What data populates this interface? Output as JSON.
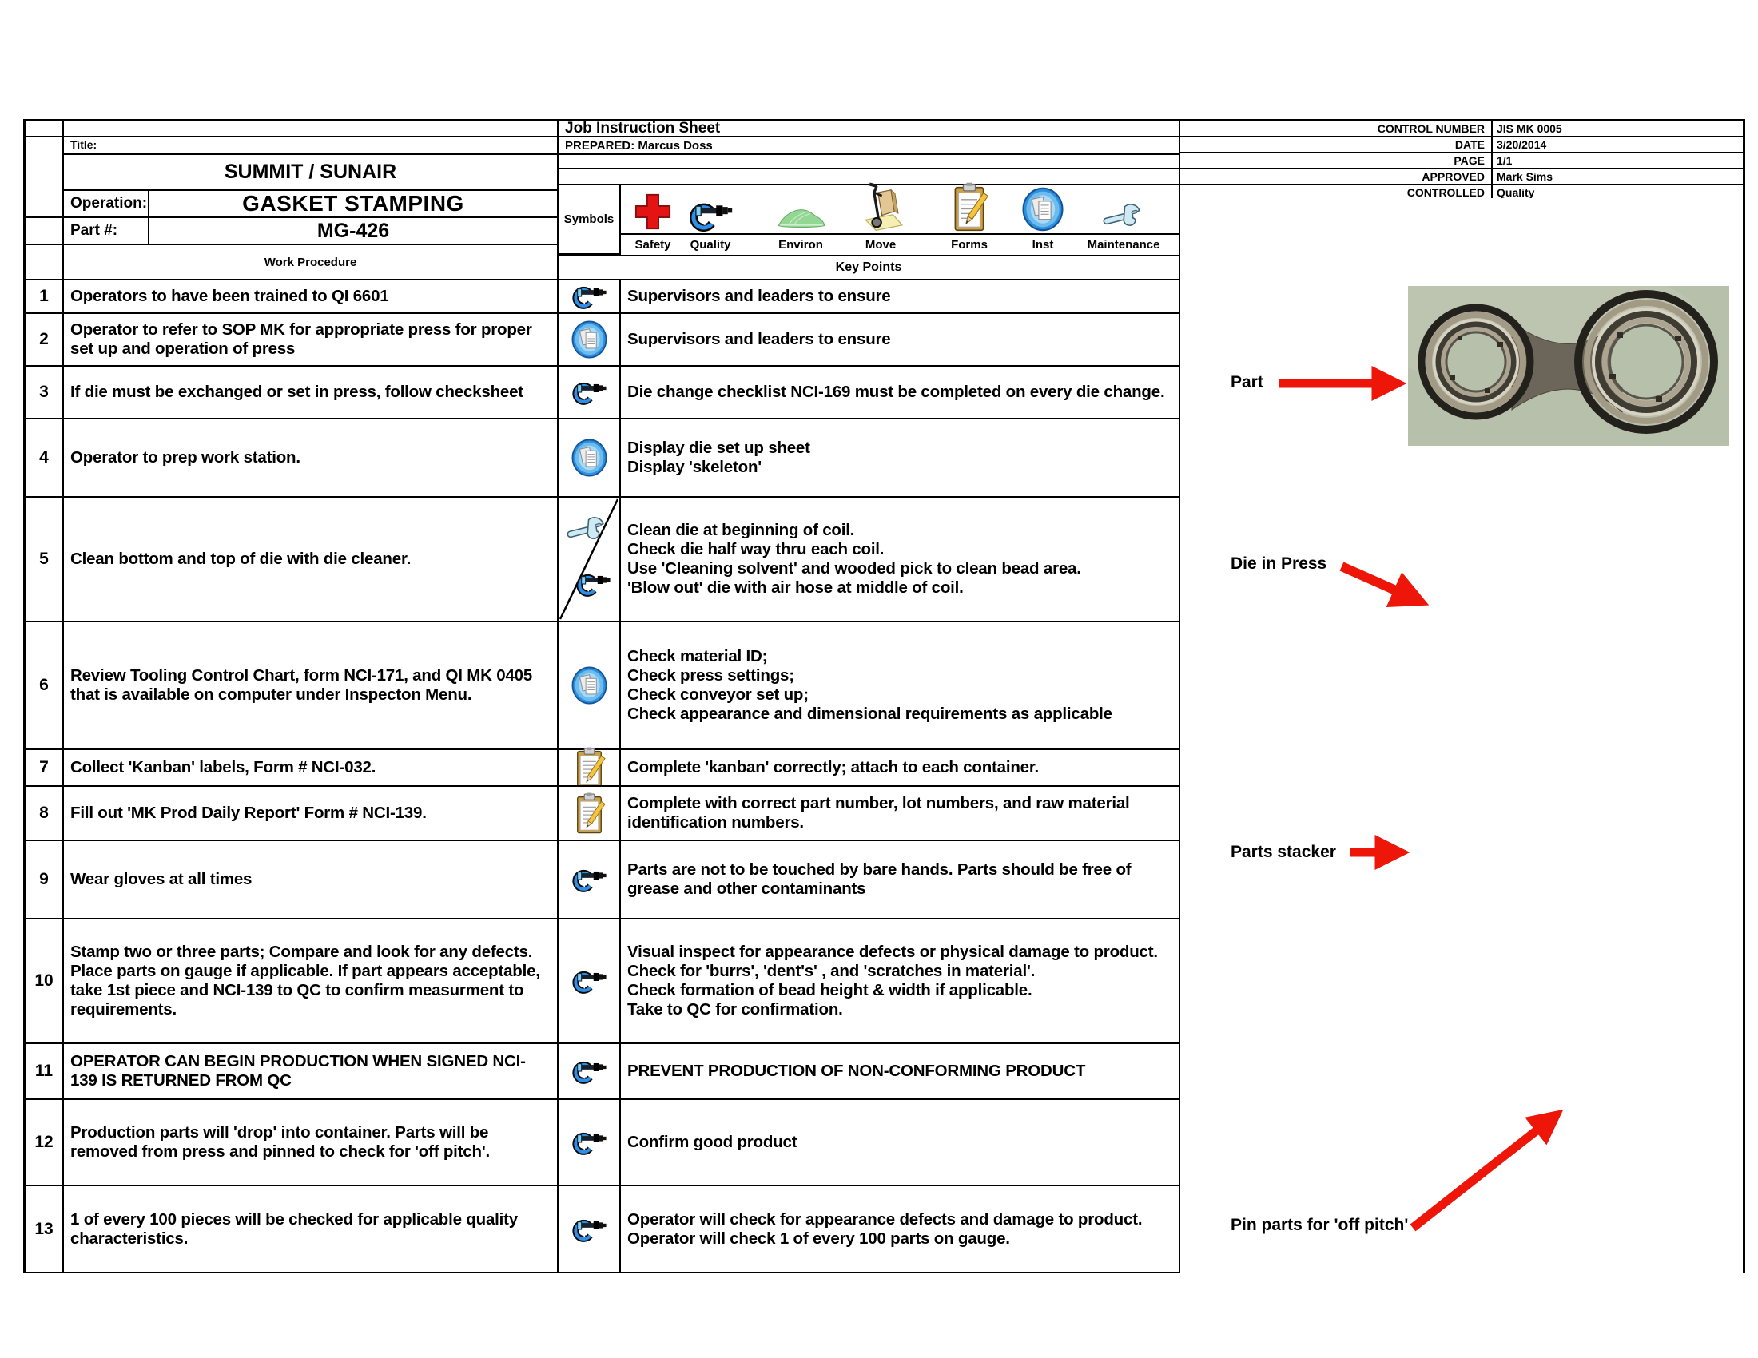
{
  "sheet": {
    "doc_title": "Job Instruction Sheet",
    "title_label": "Title:",
    "prepared": "PREPARED:  Marcus Doss",
    "company": "SUMMIT / SUNAIR",
    "operation_label": "Operation:",
    "operation_value": "GASKET STAMPING",
    "part_label": "Part #:",
    "part_value": "MG-426",
    "work_procedure_header": "Work Procedure",
    "key_points_header": "Key Points",
    "symbols_header": "Symbols"
  },
  "control_block": [
    {
      "label": "CONTROL NUMBER",
      "value": "JIS MK 0005"
    },
    {
      "label": "DATE",
      "value": "3/20/2014"
    },
    {
      "label": "PAGE",
      "value": "1/1"
    },
    {
      "label": "APPROVED",
      "value": "Mark Sims"
    },
    {
      "label": "CONTROLLED",
      "value": "Quality"
    }
  ],
  "symbols_legend": [
    {
      "icon": "safety-icon",
      "label": "Safety"
    },
    {
      "icon": "quality-icon",
      "label": "Quality"
    },
    {
      "icon": "environ-icon",
      "label": "Environ"
    },
    {
      "icon": "move-icon",
      "label": "Move"
    },
    {
      "icon": "forms-icon",
      "label": "Forms"
    },
    {
      "icon": "inst-icon",
      "label": "Inst"
    },
    {
      "icon": "maintenance-icon",
      "label": "Maintenance"
    }
  ],
  "rows": [
    {
      "num": "1",
      "procedure": "Operators to have been trained to QI 6601",
      "symbols": [
        "quality-icon"
      ],
      "key_points": "Supervisors and leaders to ensure"
    },
    {
      "num": "2",
      "procedure": "Operator to refer to SOP MK for appropriate press for proper set up and operation of press",
      "symbols": [
        "inst-icon"
      ],
      "key_points": "Supervisors and leaders to ensure"
    },
    {
      "num": "3",
      "procedure": "If die must be exchanged or set in press, follow checksheet",
      "symbols": [
        "quality-icon"
      ],
      "key_points": "Die change checklist NCI-169 must be completed on every die change."
    },
    {
      "num": "4",
      "procedure": "Operator to prep work station.",
      "symbols": [
        "inst-icon"
      ],
      "key_points": "Display die set up sheet\nDisplay 'skeleton'"
    },
    {
      "num": "5",
      "procedure": "Clean bottom and top of die with die cleaner.",
      "symbols": [
        "maintenance-icon",
        "quality-icon"
      ],
      "key_points": "Clean die at beginning of coil.\nCheck die half way thru each coil.\nUse 'Cleaning solvent' and wooded pick to clean bead area.\n'Blow out' die with air hose at middle of coil."
    },
    {
      "num": "6",
      "procedure": "Review Tooling Control Chart, form NCI-171,  and QI MK 0405 that is available on computer under Inspecton Menu.",
      "symbols": [
        "inst-icon"
      ],
      "key_points": "Check material ID;\nCheck press settings;\nCheck conveyor set up;\nCheck appearance and dimensional requirements as applicable"
    },
    {
      "num": "7",
      "procedure": "Collect 'Kanban' labels, Form # NCI-032.",
      "symbols": [
        "forms-icon"
      ],
      "key_points": "Complete 'kanban' correctly; attach to each container."
    },
    {
      "num": "8",
      "procedure": "Fill out 'MK Prod Daily Report' Form # NCI-139.",
      "symbols": [
        "forms-icon"
      ],
      "key_points": "Complete with correct part number, lot numbers, and raw material identification numbers."
    },
    {
      "num": "9",
      "procedure": "Wear gloves at all times",
      "symbols": [
        "quality-icon"
      ],
      "key_points": "Parts are not to be touched by bare hands.  Parts should be free of grease and other contaminants"
    },
    {
      "num": "10",
      "procedure": "Stamp two or three parts;  Compare and look for any defects.  Place parts on gauge if applicable.  If part appears acceptable, take 1st piece and NCI-139 to QC to confirm measurment to requirements.",
      "symbols": [
        "quality-icon"
      ],
      "key_points": "Visual inspect for appearance defects or physical damage to product.\nCheck for 'burrs', 'dent's' , and 'scratches in material'.\nCheck formation of bead height & width if applicable.\nTake to QC for confirmation."
    },
    {
      "num": "11",
      "procedure": "OPERATOR CAN BEGIN PRODUCTION WHEN SIGNED NCI-139 IS RETURNED FROM QC",
      "symbols": [
        "quality-icon"
      ],
      "key_points": "PREVENT PRODUCTION OF NON-CONFORMING PRODUCT"
    },
    {
      "num": "12",
      "procedure": "Production parts will 'drop' into container.  Parts will be removed from press and pinned to check for 'off pitch'.",
      "symbols": [
        "quality-icon"
      ],
      "key_points": "Confirm good product"
    },
    {
      "num": "13",
      "procedure": "1 of every 100 pieces will be checked for applicable quality characteristics.",
      "symbols": [
        "quality-icon"
      ],
      "key_points": "Operator will check for appearance defects and damage to product.\nOperator will check 1 of every 100 parts on gauge."
    }
  ],
  "annotations": [
    {
      "label": "Part"
    },
    {
      "label": "Die in Press"
    },
    {
      "label": "Parts stacker"
    },
    {
      "label": "Pin parts for 'off pitch'"
    }
  ],
  "colors": {
    "arrow_red": "#ee1509",
    "photo_background": "#b7c0ab"
  }
}
